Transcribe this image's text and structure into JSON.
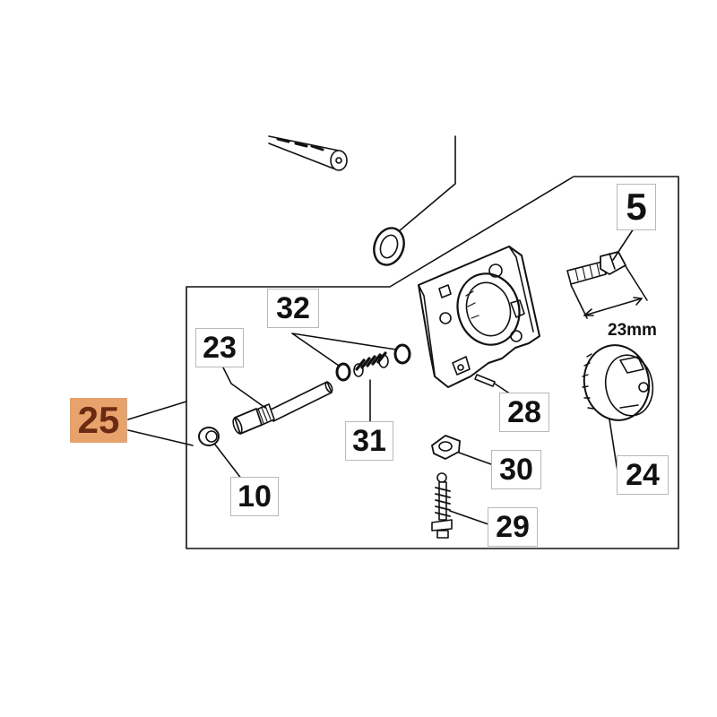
{
  "callouts": {
    "p5": "5",
    "p10": "10",
    "p23": "23",
    "p24": "24",
    "p25": "25",
    "p28": "28",
    "p29": "29",
    "p30": "30",
    "p31": "31",
    "p32": "32"
  },
  "dimension": "23mm",
  "colors": {
    "highlight": "#e8a36d",
    "ink": "#111111",
    "label_border": "#b8b8b8"
  }
}
